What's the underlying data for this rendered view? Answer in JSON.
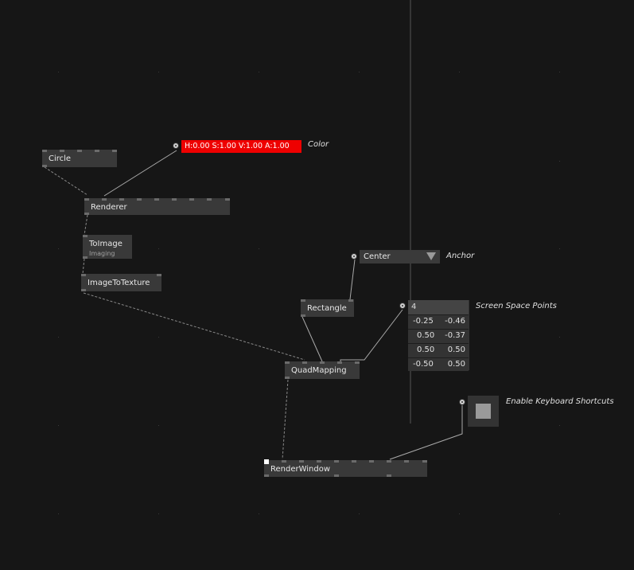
{
  "nodes": {
    "circle": "Circle",
    "renderer": "Renderer",
    "to_image": "ToImage",
    "to_image_category": "Imaging",
    "image_to_texture": "ImageToTexture",
    "rectangle": "Rectangle",
    "quad_mapping": "QuadMapping",
    "render_window": "RenderWindow"
  },
  "color_iobox": {
    "value": "H:0.00 S:1.00 V:1.00 A:1.00",
    "caption": "Color",
    "color": "#ee0000"
  },
  "anchor_iobox": {
    "value": "Center",
    "caption": "Anchor",
    "dropdown_icon": "triangle-down-icon"
  },
  "points_iobox": {
    "count": "4",
    "caption": "Screen Space Points",
    "rows": [
      [
        "-0.25",
        "-0.46"
      ],
      [
        "0.50",
        "-0.37"
      ],
      [
        "0.50",
        "0.50"
      ],
      [
        "-0.50",
        "0.50"
      ]
    ]
  },
  "keyboard_iobox": {
    "caption": "Enable Keyboard Shortcuts"
  },
  "colors": {
    "background": "#161616",
    "node": "#393939",
    "link": "#9a9a9a"
  }
}
